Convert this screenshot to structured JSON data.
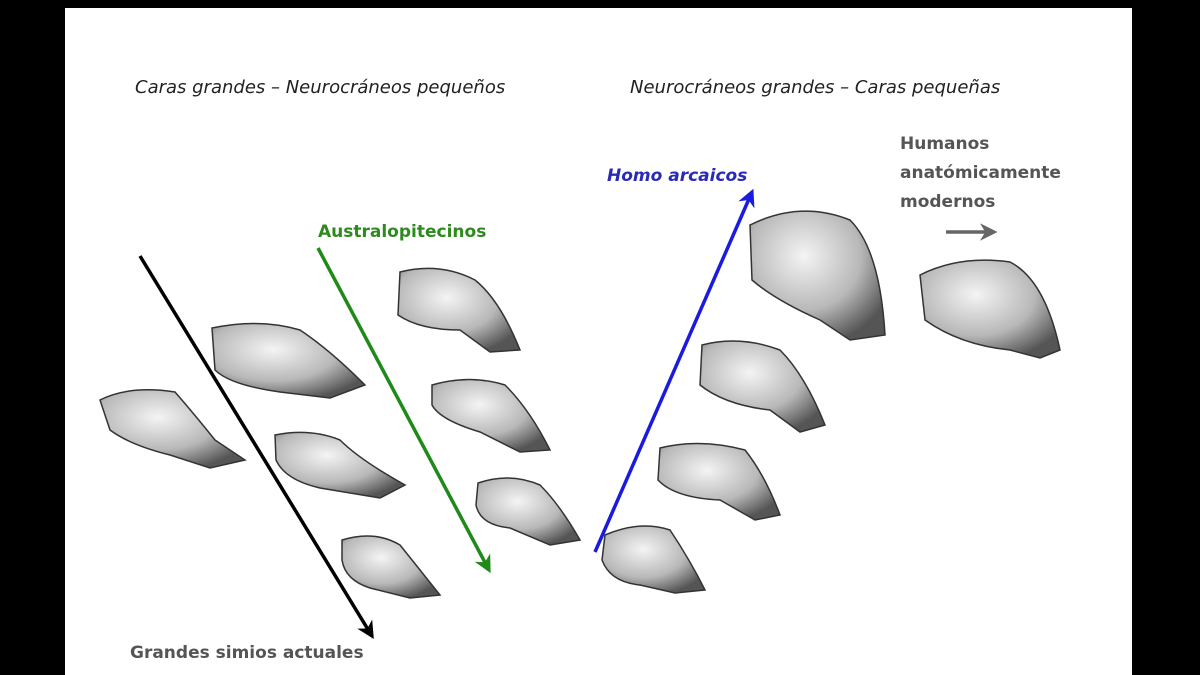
{
  "headings": {
    "left": "Caras grandes – Neurocráneos pequeños",
    "right": "Neurocráneos grandes – Caras pequeñas"
  },
  "labels": {
    "homo": "Homo arcaicos",
    "australopitecinos": "Australopitecinos",
    "humanos": [
      "Humanos",
      "anatómicamente",
      "modernos"
    ],
    "simios": "Grandes simios actuales"
  },
  "colors": {
    "apes_arrow": "#000000",
    "australopith_arrow": "#1f8a1a",
    "homo_arrow": "#1a1ae0",
    "modern_arrow": "#666666"
  }
}
